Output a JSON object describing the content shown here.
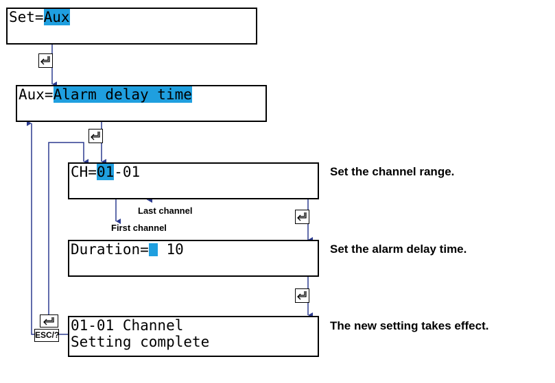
{
  "colors": {
    "highlight": "#1f9fdf",
    "arrow": "#2b3a8f",
    "border": "#000000"
  },
  "icons": {
    "enter_key": "enter-key-icon",
    "escape_key": "esc-key-icon"
  },
  "screens": {
    "set": {
      "prefix": "Set=",
      "value": "Aux"
    },
    "aux": {
      "prefix": "Aux=",
      "value": "Alarm delay time"
    },
    "channel": {
      "prefix": "CH=",
      "first": "01",
      "rest": "-01"
    },
    "duration": {
      "prefix": "Duration=",
      "value": " 10"
    },
    "complete": {
      "line1": "01-01 Channel",
      "line2": "Setting complete"
    }
  },
  "labels": {
    "last_channel": "Last channel",
    "first_channel": "First channel",
    "set_range": "Set the channel range.",
    "set_delay": "Set the alarm delay time.",
    "takes_effect": "The new setting takes effect.",
    "esc": "ESC/?"
  }
}
